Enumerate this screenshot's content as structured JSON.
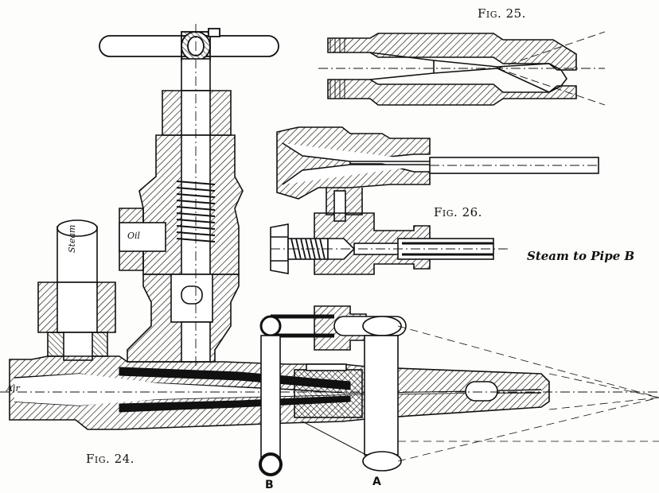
{
  "figures": {
    "fig25": "Fig. 25.",
    "fig26": "Fig. 26.",
    "fig24": "Fig. 24."
  },
  "annotations": {
    "steam_to_pipe_b": "Steam to Pipe B",
    "oil": "Oil",
    "air": "Air",
    "steam": "Steam",
    "pipe_a": "A",
    "pipe_b": "B"
  }
}
